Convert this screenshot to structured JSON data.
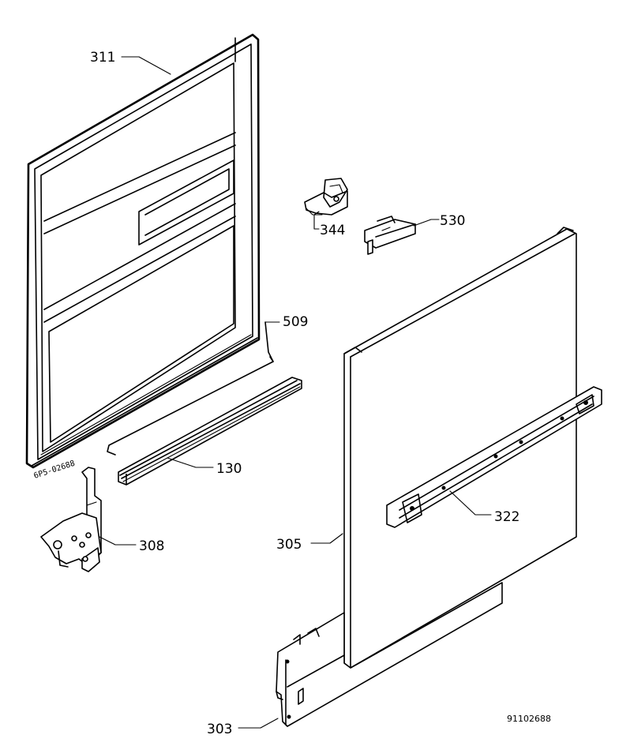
{
  "parts": [
    {
      "id": "inner-door",
      "label": "311"
    },
    {
      "id": "latch",
      "label": "344"
    },
    {
      "id": "handle",
      "label": "530"
    },
    {
      "id": "spring-rod",
      "label": "509"
    },
    {
      "id": "seal-strip",
      "label": "130"
    },
    {
      "id": "hinge",
      "label": "308"
    },
    {
      "id": "outer-door-panel",
      "label": "305"
    },
    {
      "id": "panel-rail",
      "label": "322"
    },
    {
      "id": "bottom-panel",
      "label": "303"
    }
  ],
  "door_stamp": "6P5-02688",
  "drawing_number": "91102688"
}
